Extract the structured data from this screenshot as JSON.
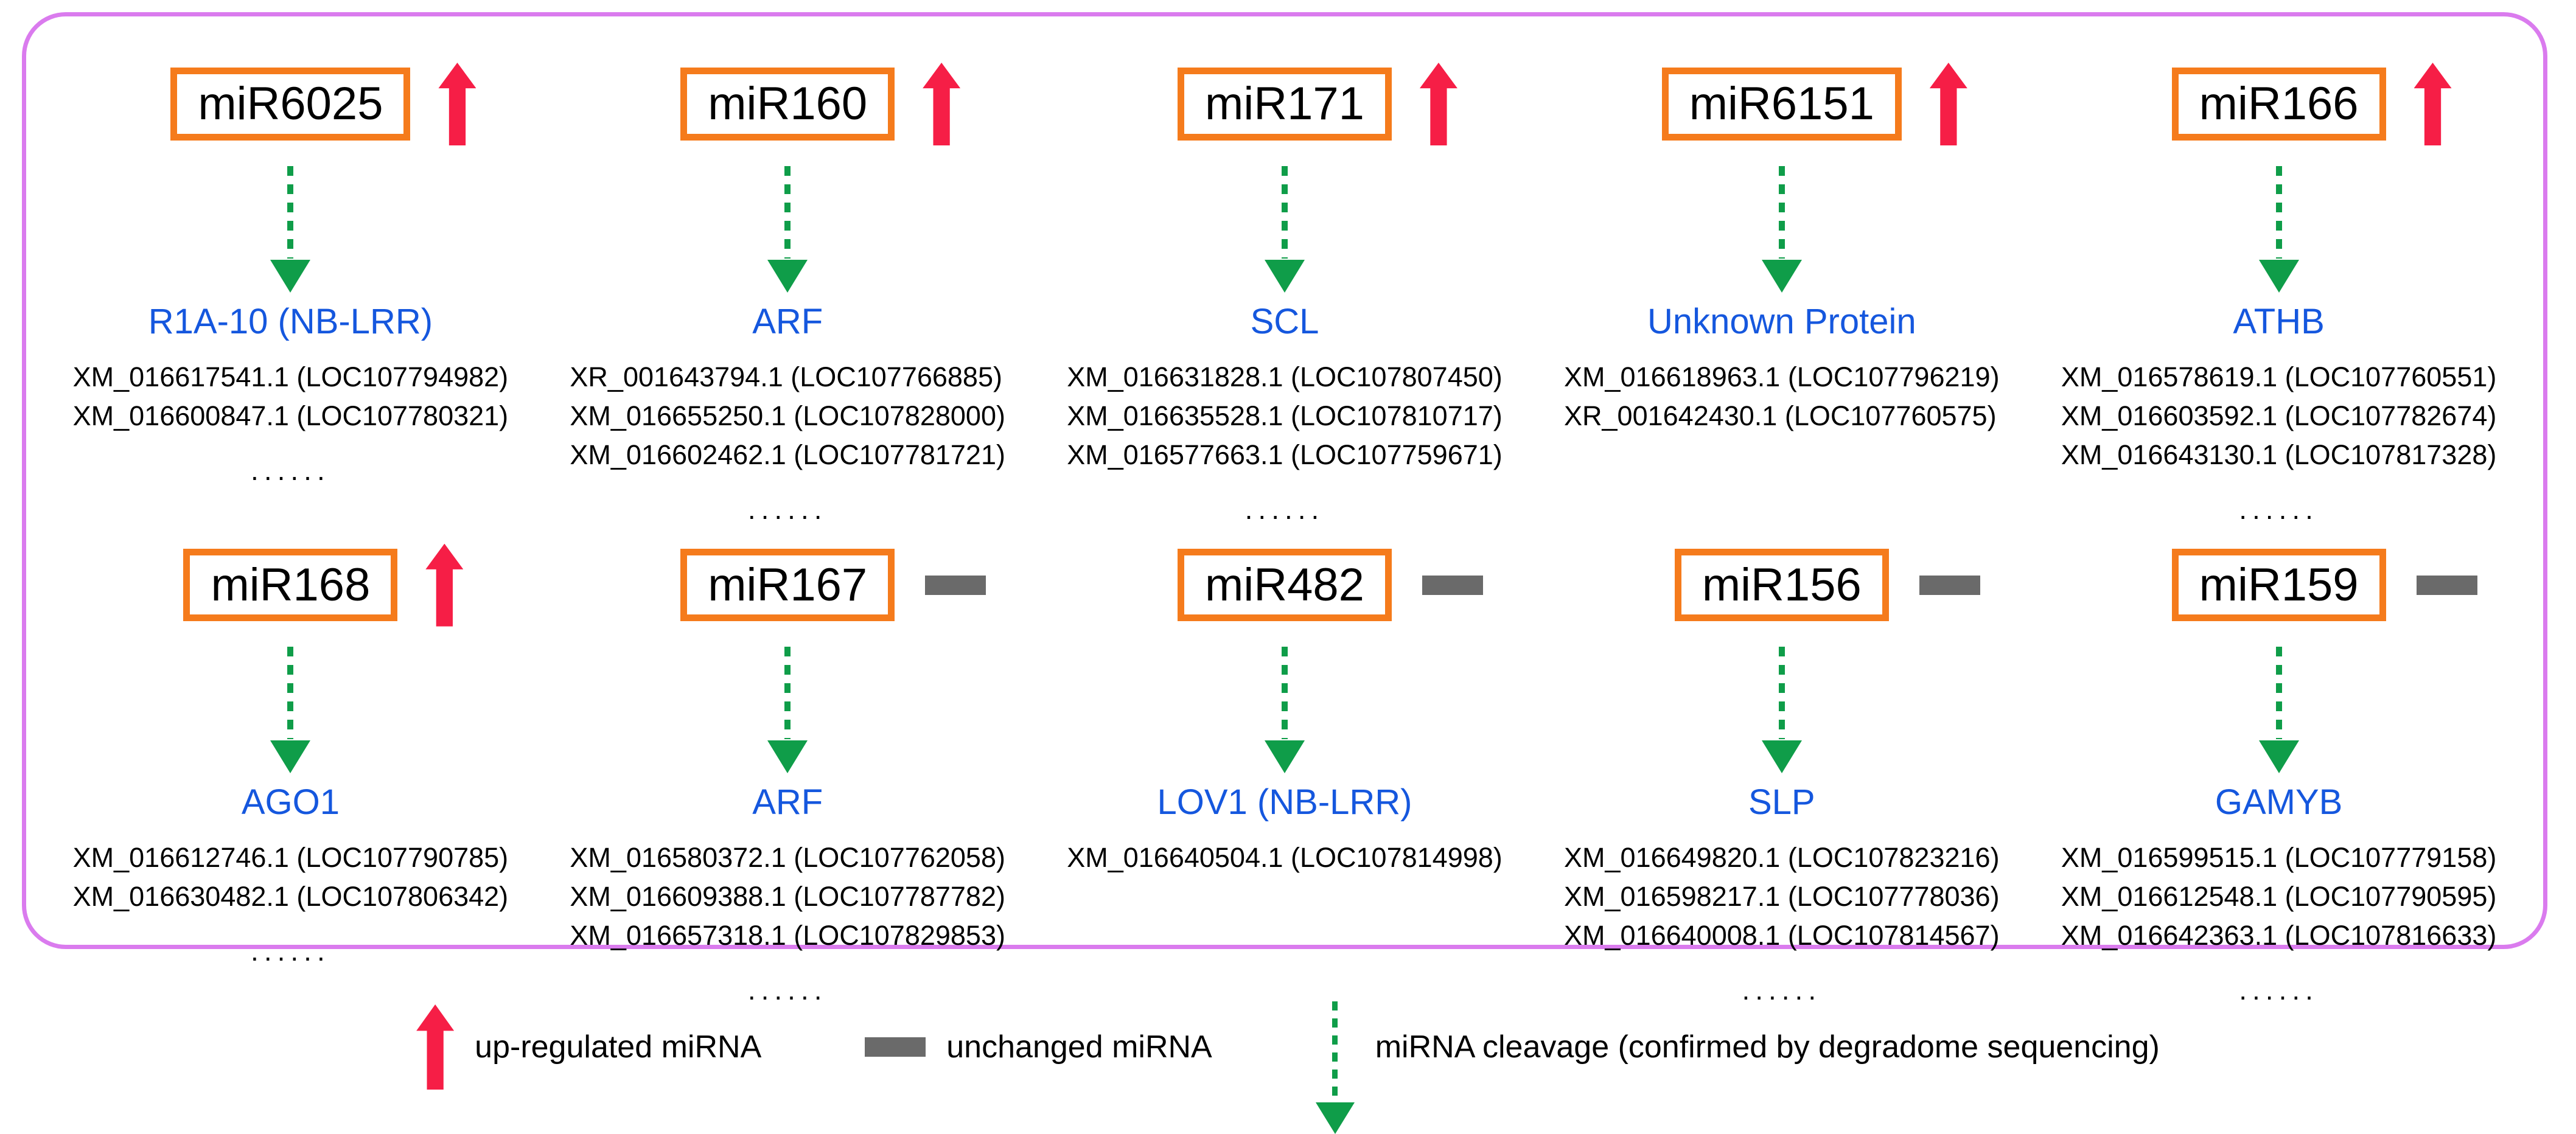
{
  "colors": {
    "orange_box": "#F57B1C",
    "red_arrow": "#F61E46",
    "green_arrow": "#0F9D49",
    "blue_target": "#1557DE",
    "gray_dash": "#6A6A6A",
    "violet_border": "#DA7BEE",
    "text": "#000000"
  },
  "ellipsis_text": "......",
  "rows": [
    {
      "items": [
        {
          "mirna": "miR6025",
          "status": "up",
          "target": "R1A-10 (NB-LRR)",
          "accessions": [
            "XM_016617541.1 (LOC107794982)",
            "XM_016600847.1 (LOC107780321)"
          ],
          "ellipsis": true
        },
        {
          "mirna": "miR160",
          "status": "up",
          "target": "ARF",
          "accessions": [
            "XR_001643794.1 (LOC107766885)",
            "XM_016655250.1 (LOC107828000)",
            "XM_016602462.1 (LOC107781721)"
          ],
          "ellipsis": true
        },
        {
          "mirna": "miR171",
          "status": "up",
          "target": "SCL",
          "accessions": [
            "XM_016631828.1 (LOC107807450)",
            "XM_016635528.1 (LOC107810717)",
            "XM_016577663.1 (LOC107759671)"
          ],
          "ellipsis": true
        },
        {
          "mirna": "miR6151",
          "status": "up",
          "target": "Unknown Protein",
          "accessions": [
            "XM_016618963.1 (LOC107796219)",
            "XR_001642430.1 (LOC107760575)"
          ],
          "ellipsis": false
        },
        {
          "mirna": "miR166",
          "status": "up",
          "target": "ATHB",
          "accessions": [
            "XM_016578619.1 (LOC107760551)",
            "XM_016603592.1 (LOC107782674)",
            "XM_016643130.1 (LOC107817328)"
          ],
          "ellipsis": true
        }
      ]
    },
    {
      "items": [
        {
          "mirna": "miR168",
          "status": "up",
          "target": "AGO1",
          "accessions": [
            "XM_016612746.1 (LOC107790785)",
            "XM_016630482.1 (LOC107806342)"
          ],
          "ellipsis": true
        },
        {
          "mirna": "miR167",
          "status": "unchanged",
          "target": "ARF",
          "accessions": [
            "XM_016580372.1 (LOC107762058)",
            "XM_016609388.1 (LOC107787782)",
            "XM_016657318.1 (LOC107829853)"
          ],
          "ellipsis": true
        },
        {
          "mirna": "miR482",
          "status": "unchanged",
          "target": "LOV1 (NB-LRR)",
          "accessions": [
            "XM_016640504.1 (LOC107814998)"
          ],
          "ellipsis": false
        },
        {
          "mirna": "miR156",
          "status": "unchanged",
          "target": "SLP",
          "accessions": [
            "XM_016649820.1 (LOC107823216)",
            "XM_016598217.1 (LOC107778036)",
            "XM_016640008.1 (LOC107814567)"
          ],
          "ellipsis": true
        },
        {
          "mirna": "miR159",
          "status": "unchanged",
          "target": "GAMYB",
          "accessions": [
            "XM_016599515.1 (LOC107779158)",
            "XM_016612548.1 (LOC107790595)",
            "XM_016642363.1 (LOC107816633)"
          ],
          "ellipsis": true
        }
      ]
    }
  ],
  "legend": {
    "up_label": "up-regulated miRNA",
    "unchanged_label": "unchanged miRNA",
    "cleavage_label": "miRNA cleavage (confirmed by degradome sequencing)"
  }
}
